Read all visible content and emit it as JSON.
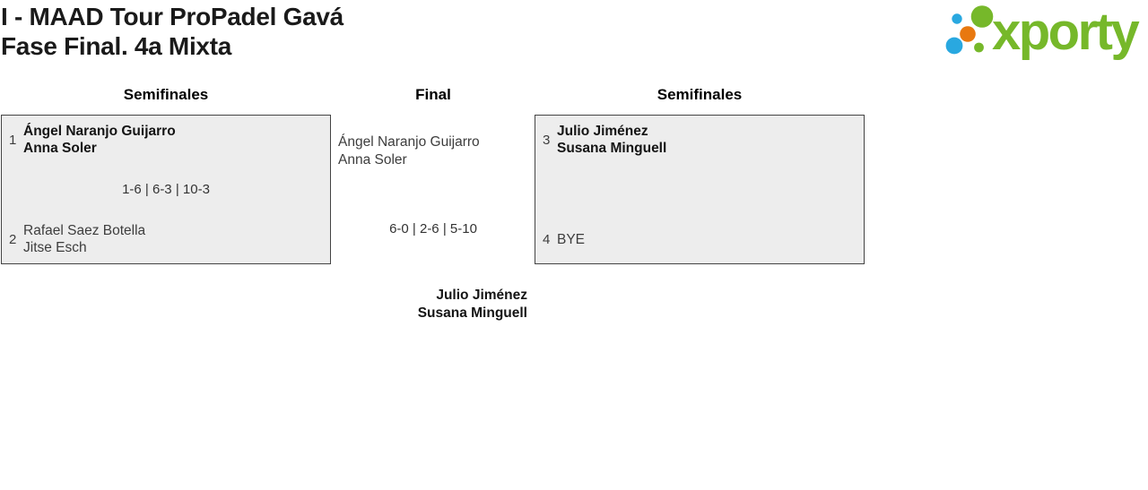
{
  "header": {
    "title_line1": "I - MAAD Tour ProPadel Gavá",
    "title_line2": "Fase Final. 4a Mixta"
  },
  "logo": {
    "text": "xporty",
    "green": "#76b82a",
    "blue": "#29a8e0",
    "orange": "#e8780f"
  },
  "columns": {
    "left": "Semifinales",
    "center": "Final",
    "right": "Semifinales"
  },
  "bracket": {
    "sf_left": {
      "team1": {
        "seed": "1",
        "player1": "Ángel Naranjo Guijarro",
        "player2": "Anna Soler",
        "winner": true
      },
      "score": "1-6 | 6-3 | 10-3",
      "team2": {
        "seed": "2",
        "player1": "Rafael Saez Botella",
        "player2": "Jitse Esch",
        "winner": false
      }
    },
    "final": {
      "team1_player1": "Ángel Naranjo Guijarro",
      "team1_player2": "Anna Soler",
      "score": "6-0 | 2-6 | 5-10",
      "winner_player1": "Julio Jiménez",
      "winner_player2": "Susana Minguell"
    },
    "sf_right": {
      "team1": {
        "seed": "3",
        "player1": "Julio Jiménez",
        "player2": "Susana Minguell",
        "winner": true
      },
      "team2": {
        "seed": "4",
        "player1": "BYE",
        "winner": false
      }
    }
  },
  "colors": {
    "box_bg": "#ededed",
    "box_border": "#444444"
  }
}
